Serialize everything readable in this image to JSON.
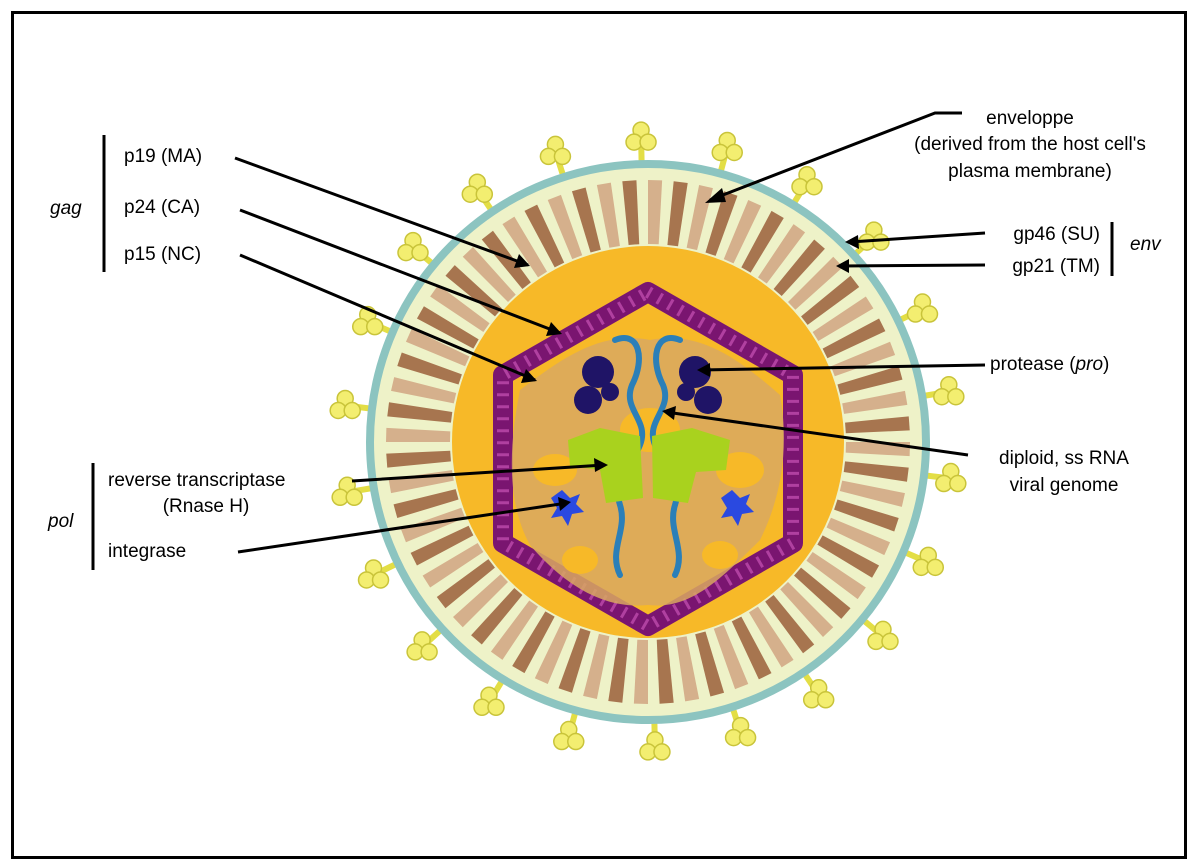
{
  "labels": {
    "enveloppe": "enveloppe",
    "enveloppe_line2": "(derived from the host cell's",
    "enveloppe_line3": "plasma membrane)",
    "p19": "p19 (MA)",
    "p24": "p24 (CA)",
    "p15": "p15 (NC)",
    "gag": "gag",
    "gp46": "gp46 (SU)",
    "gp21": "gp21 (TM)",
    "env": "env",
    "protease": "protease (",
    "protease_pro": "pro",
    "protease_close": ")",
    "rna_line1": "diploid, ss RNA",
    "rna_line2": "viral genome",
    "rt": "reverse transcriptase",
    "rt_line2": "(Rnase H)",
    "integrase": "integrase",
    "pol": "pol"
  },
  "colors": {
    "capsid": "#7a1570",
    "interior": "#f7b928",
    "membrane": "#8cc4c0",
    "matrix": "#c49a72",
    "rna": "#2b7fb8",
    "protease": "#1f1466",
    "reverse_transcriptase": "#a9d21e",
    "integrase": "#2a49e0",
    "spike": "#f3ee70"
  }
}
